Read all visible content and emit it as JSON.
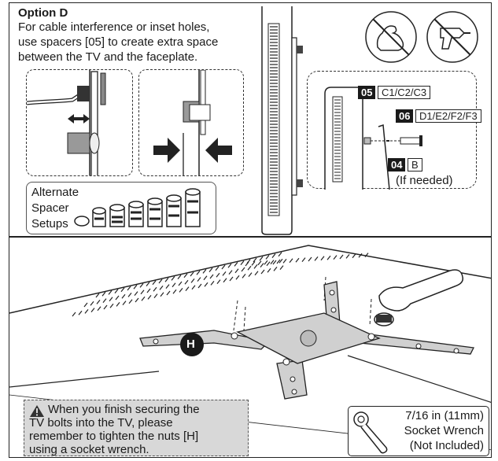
{
  "top_panel": {
    "heading": "Option D",
    "description_lines": [
      "For cable interference or inset holes,",
      "use spacers [05] to create extra space",
      "between the TV and the faceplate."
    ],
    "spacer_box": {
      "lines": [
        "Alternate",
        "Spacer",
        "Setups"
      ]
    },
    "parts": [
      {
        "code": "05",
        "label": "C1/C2/C3"
      },
      {
        "code": "06",
        "label": "D1/E2/F2/F3"
      },
      {
        "code": "04",
        "label": "B"
      }
    ],
    "if_needed": "(If needed)",
    "warning_icons": [
      "no-power-tool-strength-icon",
      "no-power-drill-icon"
    ]
  },
  "bottom_panel": {
    "part_marker": "H",
    "warning_lines": [
      "When you finish securing the",
      "TV bolts into the TV, please",
      "remember to tighten the nuts [H]",
      "using a socket wrench."
    ],
    "tool_box": {
      "lines": [
        "7/16 in (11mm)",
        "Socket Wrench",
        "(Not Included)"
      ],
      "icon": "socket-wrench-icon"
    }
  },
  "colors": {
    "line": "#222222",
    "dark_badge": "#1a1a1a",
    "warning_bg": "#d8d8d8",
    "mount_fill": "#cfcfcf",
    "arrow_fill": "#2a2a2a"
  }
}
